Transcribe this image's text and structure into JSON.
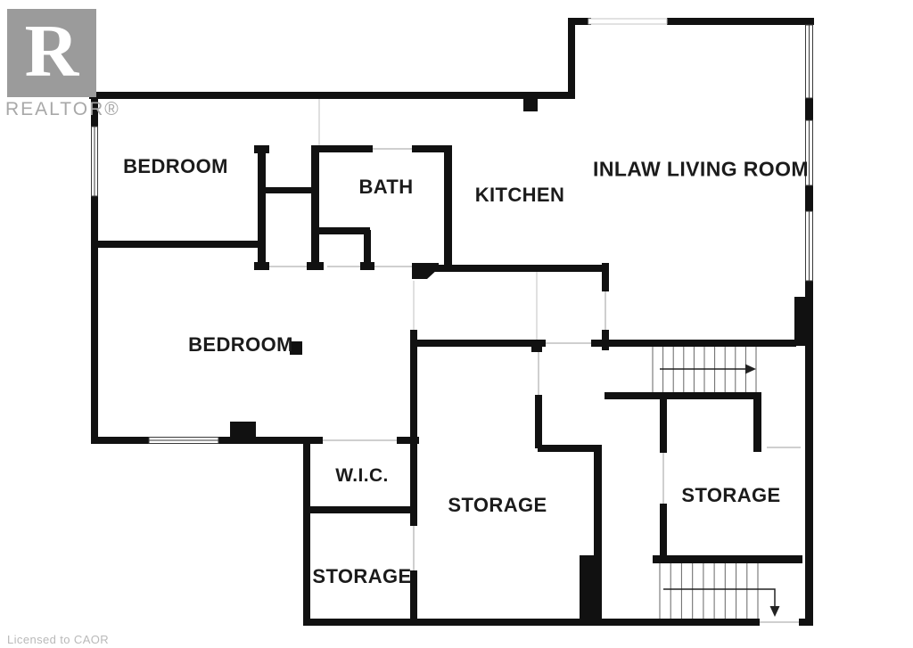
{
  "branding": {
    "logo_letter": "R",
    "logo_text": "REALTOR®",
    "license_text": "Licensed to CAOR"
  },
  "rooms": {
    "bedroom_top": {
      "label": "BEDROOM"
    },
    "bath": {
      "label": "BATH"
    },
    "kitchen": {
      "label": "KITCHEN"
    },
    "inlaw_living_room": {
      "label": "INLAW LIVING ROOM"
    },
    "bedroom_main": {
      "label": "BEDROOM"
    },
    "wic": {
      "label": "W.I.C."
    },
    "storage_center": {
      "label": "STORAGE"
    },
    "storage_right": {
      "label": "STORAGE"
    },
    "storage_bottom_left": {
      "label": "STORAGE"
    }
  },
  "colors": {
    "wall": "#111111",
    "label_text": "#1b1b1b",
    "logo_gray": "#9b9b9b",
    "logo_text_gray": "#a8a8a8",
    "license_gray": "#b9b9b9",
    "door_line": "#cfcfcf",
    "stair_tread": "#666666"
  }
}
